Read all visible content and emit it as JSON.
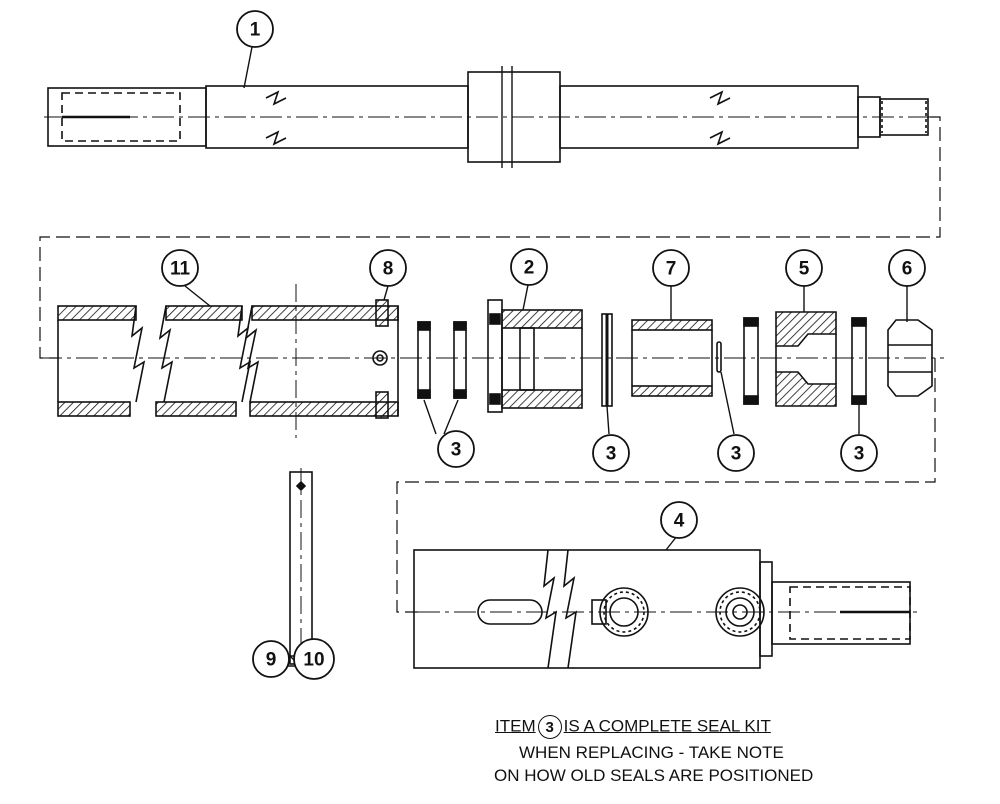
{
  "callouts": {
    "c1": "1",
    "c2": "2",
    "c3a": "3",
    "c3b": "3",
    "c3c": "3",
    "c3d": "3",
    "c4": "4",
    "c5": "5",
    "c6": "6",
    "c7": "7",
    "c8": "8",
    "c9": "9",
    "c10": "10",
    "c11": "11"
  },
  "note": {
    "line1_prefix": "ITEM",
    "line1_item": "3",
    "line1_suffix": "IS A COMPLETE SEAL KIT",
    "line2": "WHEN REPLACING - TAKE NOTE",
    "line3": "ON HOW OLD SEALS ARE POSITIONED"
  }
}
